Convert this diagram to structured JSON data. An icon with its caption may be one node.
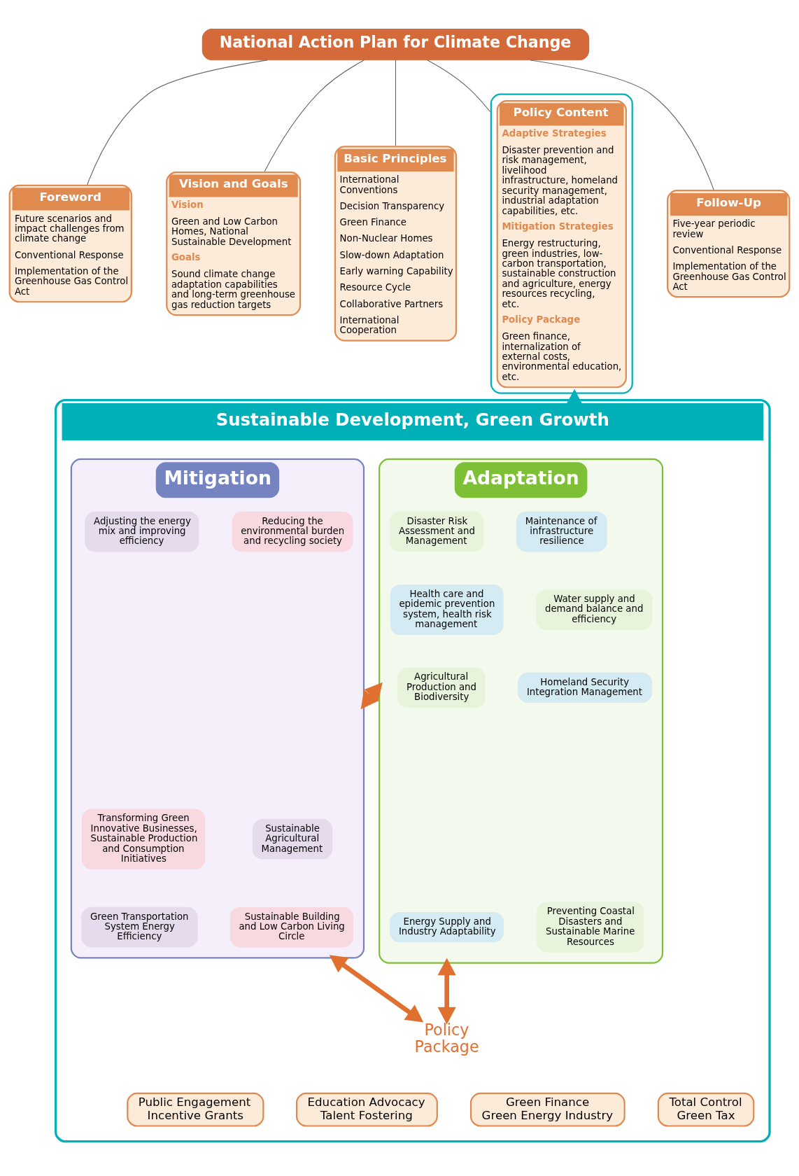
{
  "diagram": {
    "nodes": [
      {
        "text": [
          "National Action Plan for Climate Change"
        ]
      },
      {
        "text": [
          "Foreword",
          "Future scenarios and impact challenges from climate change",
          "Conventional Response",
          "Implementation of the Greenhouse Gas Control Act"
        ]
      },
      {
        "text": [
          "Vision and Goals",
          "Vision",
          "Green and Low Carbon Homes, National Sustainable Development",
          "Goals",
          "Sound climate change adaptation capabilities and long-term greenhouse gas reduction targets"
        ]
      },
      {
        "text": [
          "Basic Principles",
          "International Conventions",
          "Decision Transparency",
          "Green Finance",
          "Non-Nuclear Homes",
          "Slow-down Adaptation",
          "Early warning Capability",
          "Resource Cycle",
          "Collaborative Partners",
          "International Cooperation"
        ]
      },
      {
        "text": [
          "Policy Content",
          "Adaptive Strategies",
          "Disaster prevention and risk management, livelihood infrastructure, homeland security management, industrial adaptation capabilities, etc.",
          "Mitigation Strategies",
          "Energy restructuring, green industries, low-carbon transportation, sustainable construction and agriculture, energy resources recycling, etc.",
          "Policy Package",
          "Green finance, internalization of external costs, environmental education, etc."
        ]
      },
      {
        "text": [
          "Follow-Up",
          "Five-year periodic review",
          "Conventional Response",
          "Implementation of the Greenhouse Gas Control Act"
        ]
      },
      {
        "text": [
          "Sustainable Development, Green Growth"
        ]
      },
      {
        "text": [
          "Adaptation"
        ],
        "in": 6
      },
      {
        "text": [
          "Disaster Risk Assessment and Management"
        ],
        "in": 7
      },
      {
        "text": [
          "Maintenance of infrastructure resilience"
        ],
        "in": 7
      },
      {
        "text": [
          "Water supply and demand balance and efficiency"
        ],
        "in": 7
      },
      {
        "text": [
          "Homeland Security Integration Management"
        ],
        "in": 7
      },
      {
        "text": [
          "Preventing Coastal Disasters and Sustainable Marine Resources"
        ],
        "in": 7
      },
      {
        "text": [
          "Energy Supply and Industry Adaptability"
        ],
        "in": 7
      },
      {
        "text": [
          "Agricultural Production and Biodiversity"
        ],
        "in": 7
      },
      {
        "text": [
          "Health care and epidemic prevention system, health risk management"
        ],
        "in": 7
      },
      {
        "text": [
          "Mitigation"
        ],
        "in": 6
      },
      {
        "text": [
          "Reducing the environmental burden and recycling society"
        ],
        "in": 16
      },
      {
        "text": [
          "Adjusting the energy mix and improving efficiency"
        ],
        "in": 16
      },
      {
        "text": [
          "Transforming Green Innovative Businesses, Sustainable Production and Consumption Initiatives"
        ],
        "in": 16
      },
      {
        "text": [
          "Green Transportation System Energy Efficiency"
        ],
        "in": 16
      },
      {
        "text": [
          "Sustainable Building and Low Carbon Living Circle"
        ],
        "in": 16
      },
      {
        "text": [
          "Sustainable Agricultural Management"
        ],
        "in": 16
      },
      {
        "text": [
          "Policy Package"
        ],
        "in": 6
      },
      {
        "text": [
          "Green Finance",
          "Green Energy Industry"
        ],
        "in": 6
      },
      {
        "text": [
          "Total Control",
          "Green Tax"
        ],
        "in": 6
      },
      {
        "text": [
          "Public Engagement",
          "Incentive Grants"
        ],
        "in": 6
      },
      {
        "text": [
          "Education Advocacy",
          "Talent Fostering"
        ],
        "in": 6
      }
    ],
    "edges": [
      {
        "from": 0,
        "to": 1,
        "arrow": "none"
      },
      {
        "from": 0,
        "to": 2,
        "arrow": "none"
      },
      {
        "from": 0,
        "to": 3,
        "arrow": "none"
      },
      {
        "from": 0,
        "to": 4,
        "arrow": "none"
      },
      {
        "from": 0,
        "to": 5,
        "arrow": "none"
      },
      {
        "from": 6,
        "to": 4,
        "arrow": "to",
        "style": "thick",
        "color": "#00b0b9"
      },
      {
        "from": 7,
        "to": 16,
        "arrow": "both",
        "style": "thick",
        "color": "#e07030"
      },
      {
        "from": 7,
        "to": 23,
        "arrow": "both",
        "style": "thick",
        "color": "#e07030"
      },
      {
        "from": 16,
        "to": 23,
        "arrow": "both",
        "style": "thick",
        "color": "#e07030"
      }
    ]
  }
}
